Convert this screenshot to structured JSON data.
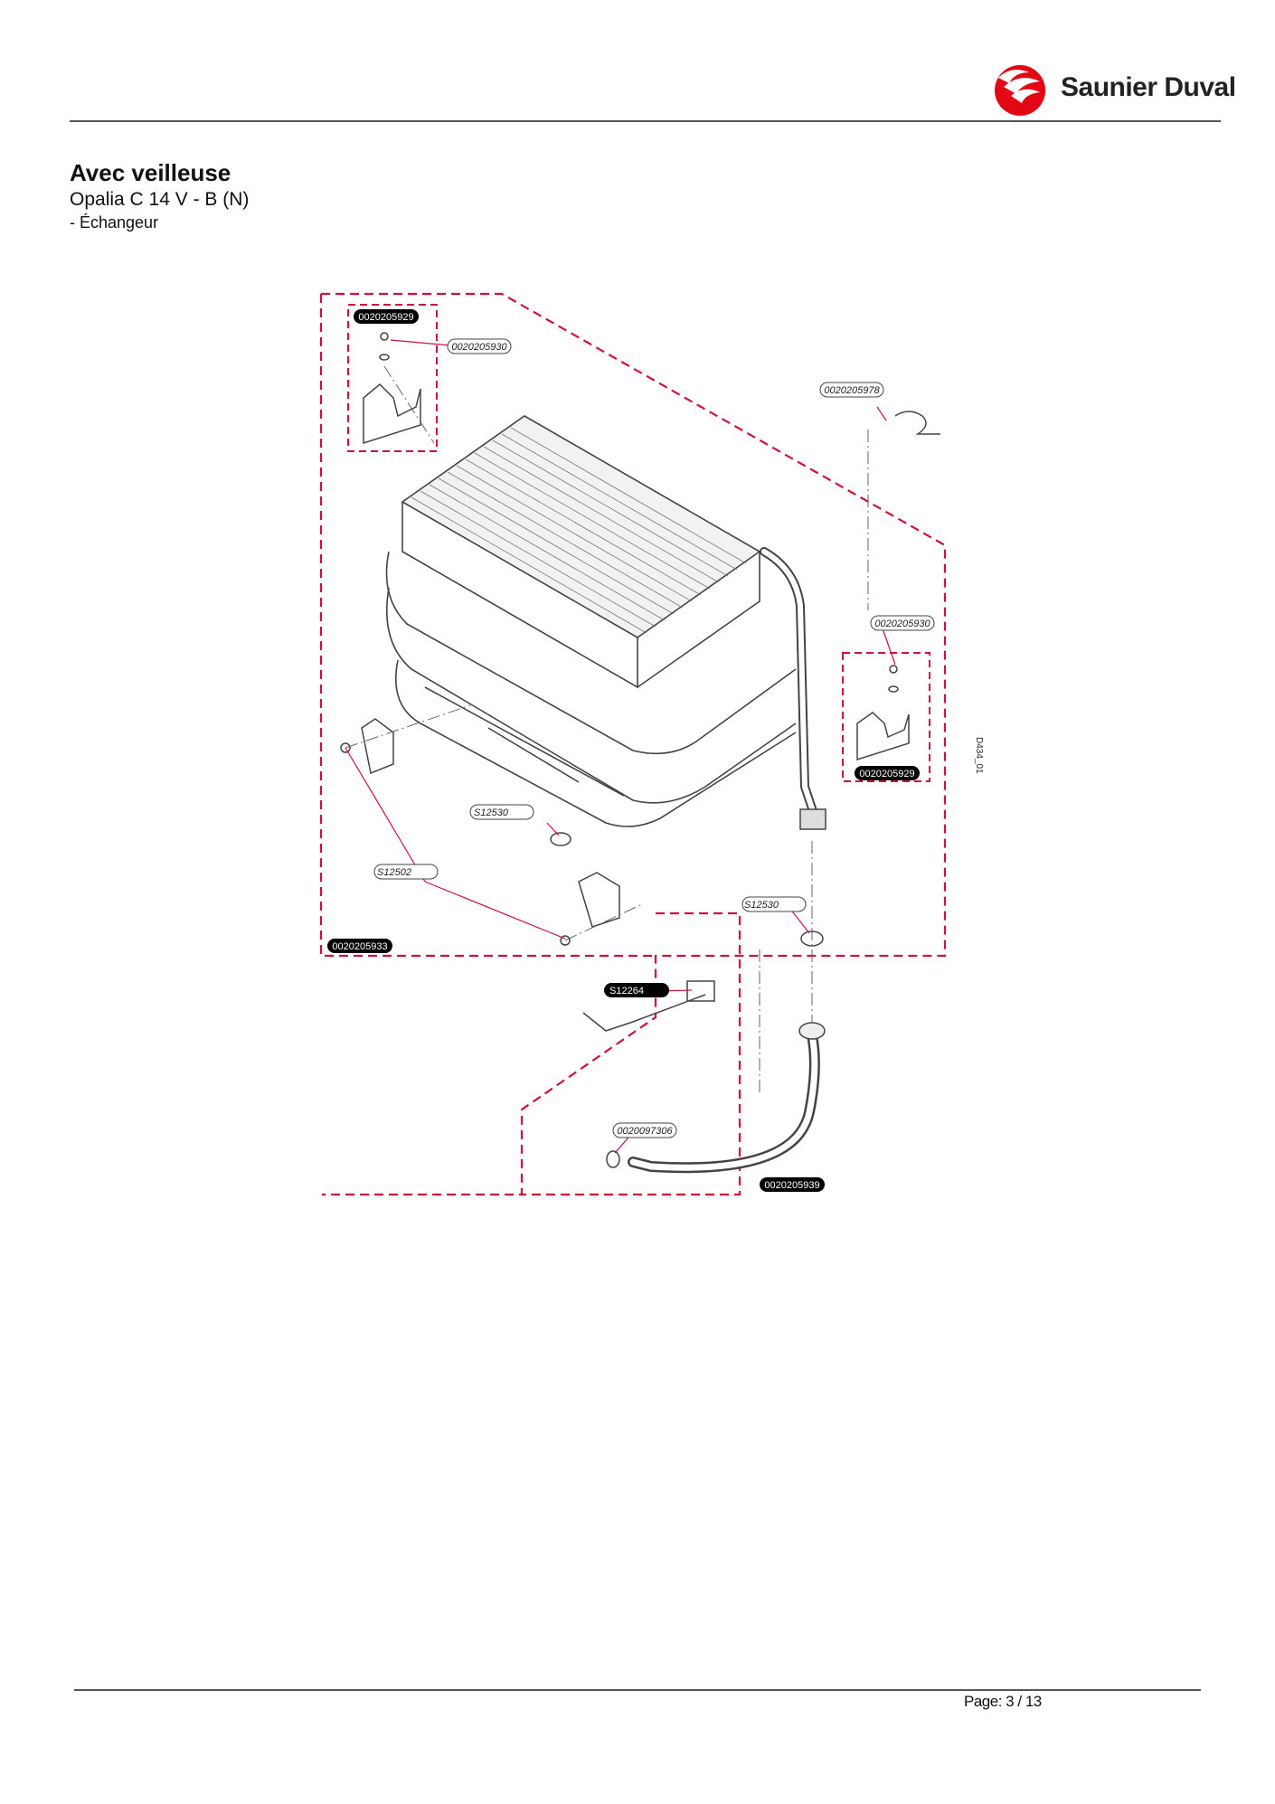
{
  "brand": {
    "name": "Saunier Duval",
    "color": "#e30613"
  },
  "heading": {
    "title": "Avec veilleuse",
    "model": "Opalia C 14 V - B (N)",
    "section": "- Échangeur"
  },
  "diagram": {
    "code": "D434_01",
    "dash_color": "#d0103a",
    "labels_boxed": [
      "0020205929",
      "0020205933",
      "0020205939",
      "S12264"
    ],
    "labels_outline": [
      "0020205930",
      "0020205978",
      "S12530",
      "S12502",
      "0020097306"
    ]
  },
  "footer": {
    "page_prefix": "Page:",
    "page_current": "3",
    "page_separator": "/",
    "page_total": "13"
  }
}
